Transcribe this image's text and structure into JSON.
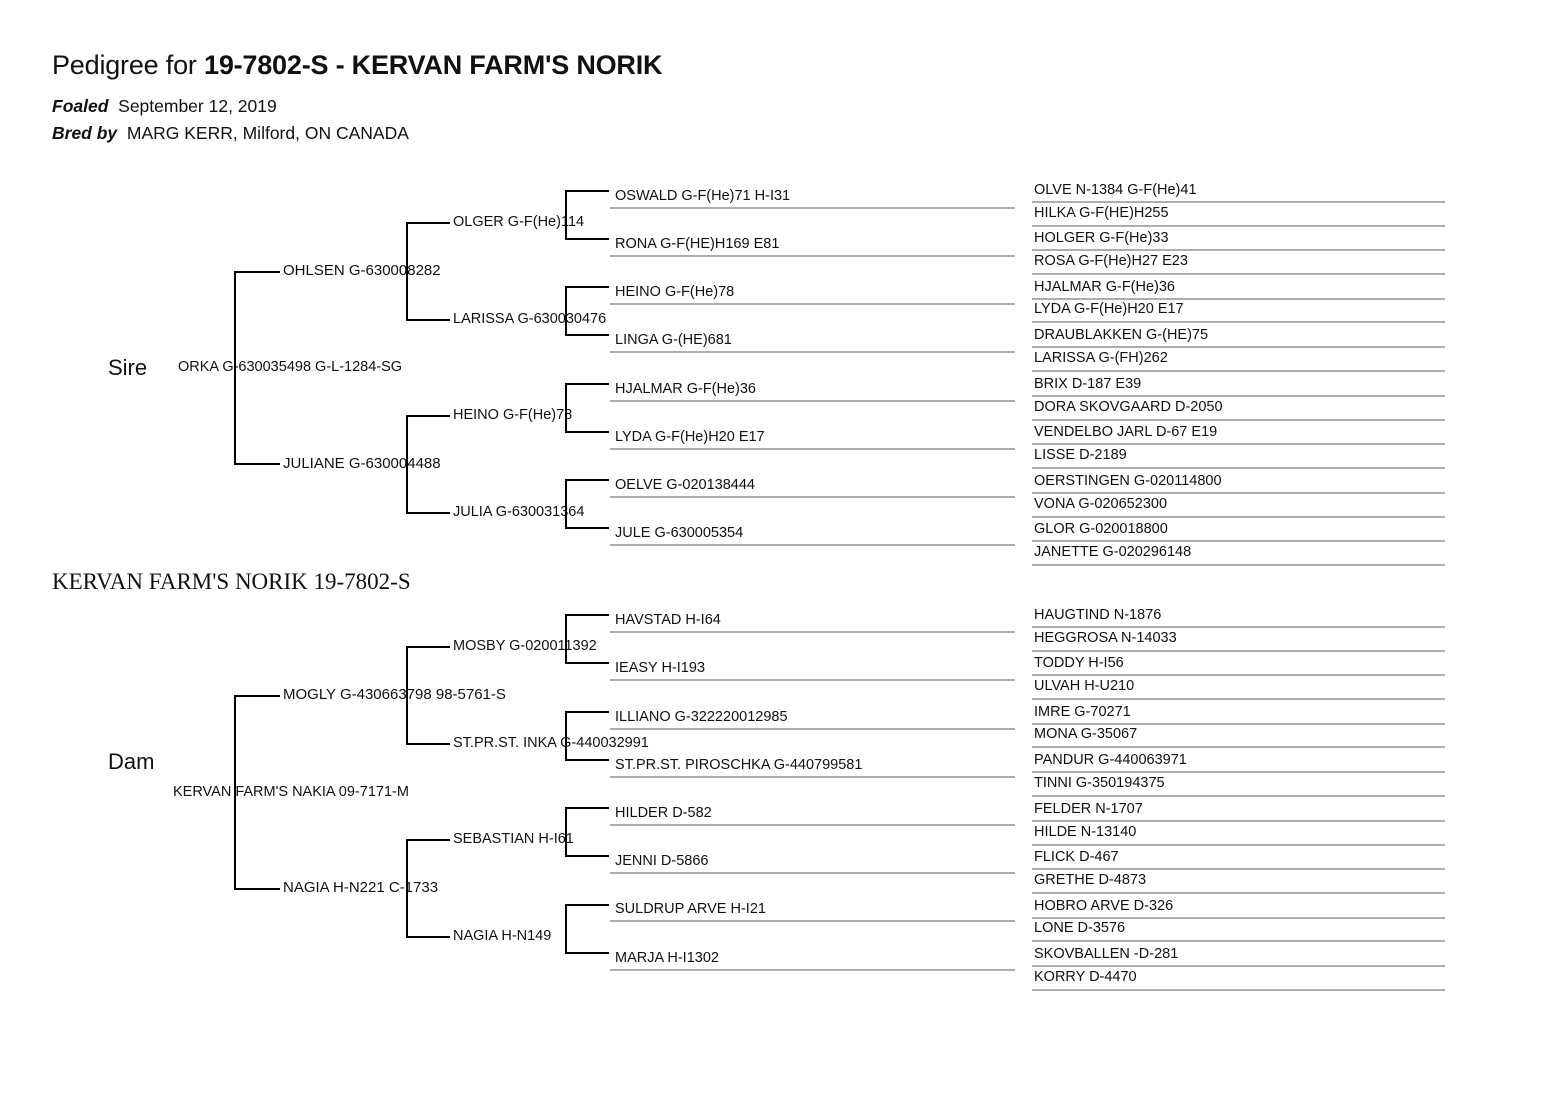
{
  "header": {
    "title_prefix": "Pedigree for ",
    "title_subject": "19-7802-S - KERVAN FARM'S NORIK",
    "foaled_label": "Foaled",
    "foaled_value": "September 12, 2019",
    "bred_label": "Bred by",
    "bred_value": "MARG KERR, Milford, ON  CANADA"
  },
  "subject": {
    "name_line": "KERVAN FARM'S NORIK  19-7802-S"
  },
  "labels": {
    "sire": "Sire",
    "dam": "Dam"
  },
  "sire": {
    "root": "ORKA  G-630035498  G-L-1284-SG",
    "gen2": [
      "OHLSEN  G-630008282",
      "JULIANE  G-630004488"
    ],
    "gen3": [
      "OLGER  G-F(He)114",
      "LARISSA  G-630030476",
      "HEINO  G-F(He)78",
      "JULIA  G-630031364"
    ],
    "gen4": [
      "OSWALD  G-F(He)71  H-I31",
      "RONA  G-F(HE)H169  E81",
      "HEINO  G-F(He)78",
      "LINGA  G-(HE)681",
      "HJALMAR  G-F(He)36",
      "LYDA  G-F(He)H20  E17",
      "OELVE  G-020138444",
      "JULE  G-630005354"
    ],
    "gen5": [
      "OLVE  N-1384  G-F(He)41",
      "HILKA  G-F(HE)H255",
      "HOLGER  G-F(He)33",
      "ROSA  G-F(He)H27  E23",
      "HJALMAR  G-F(He)36",
      "LYDA  G-F(He)H20  E17",
      "DRAUBLAKKEN  G-(HE)75",
      "LARISSA  G-(FH)262",
      "BRIX  D-187  E39",
      "DORA SKOVGAARD  D-2050",
      "VENDELBO JARL  D-67  E19",
      "LISSE  D-2189",
      "OERSTINGEN  G-020114800",
      "VONA  G-020652300",
      "GLOR  G-020018800",
      "JANETTE  G-020296148"
    ]
  },
  "dam": {
    "root": "KERVAN FARM'S NAKIA  09-7171-M",
    "gen2": [
      "MOGLY  G-430663798  98-5761-S",
      "NAGIA  H-N221  C-1733"
    ],
    "gen3": [
      "MOSBY  G-020011392",
      "ST.PR.ST. INKA  G-440032991",
      "SEBASTIAN  H-I61",
      "NAGIA  H-N149"
    ],
    "gen4": [
      "HAVSTAD  H-I64",
      "IEASY  H-I193",
      "ILLIANO  G-322220012985",
      "ST.PR.ST. PIROSCHKA  G-440799581",
      "HILDER  D-582",
      "JENNI  D-5866",
      "SULDRUP ARVE  H-I21",
      "MARJA  H-I1302"
    ],
    "gen5": [
      "HAUGTIND  N-1876",
      "HEGGROSA  N-14033",
      "TODDY  H-I56",
      "ULVAH  H-U210",
      "IMRE  G-70271",
      "MONA  G-35067",
      "PANDUR  G-440063971",
      "TINNI  G-350194375",
      "FELDER  N-1707",
      "HILDE  N-13140",
      "FLICK  D-467",
      "GRETHE  D-4873",
      "HOBRO ARVE  D-326",
      "LONE  D-3576",
      "SKOVBALLEN -D-281",
      "KORRY  D-4470"
    ]
  },
  "colors": {
    "text": "#111111",
    "line": "#000000",
    "underline": "#adadad",
    "background": "#ffffff"
  }
}
